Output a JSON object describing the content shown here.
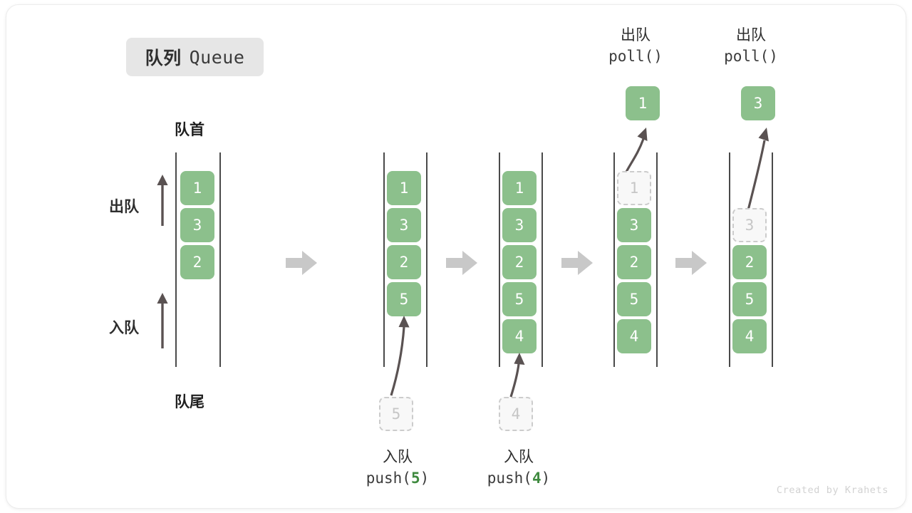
{
  "title": {
    "cn": "队列",
    "en": "Queue"
  },
  "labels": {
    "head": "队首",
    "tail": "队尾",
    "dequeue": "出队",
    "enqueue": "入队"
  },
  "credit": "Created by Krahets",
  "colors": {
    "filled_bg": "#8cc08c",
    "filled_text": "#ffffff",
    "ghost_bg": "#f8f8f8",
    "ghost_border": "#cccccc",
    "ghost_text": "#c6c6c6",
    "rail": "#4a4a4a",
    "step_arrow": "#c8c8c8",
    "badge_bg": "#e6e6e6",
    "accent_num": "#3f8a3f"
  },
  "steps": [
    {
      "name": "initial",
      "cells": [
        {
          "value": "1",
          "state": "filled"
        },
        {
          "value": "3",
          "state": "filled"
        },
        {
          "value": "2",
          "state": "filled"
        }
      ]
    },
    {
      "name": "after-push-5",
      "cells": [
        {
          "value": "1",
          "state": "filled"
        },
        {
          "value": "3",
          "state": "filled"
        },
        {
          "value": "2",
          "state": "filled"
        },
        {
          "value": "5",
          "state": "filled"
        }
      ],
      "incoming": {
        "value": "5",
        "state": "ghost"
      },
      "caption": {
        "cn": "入队",
        "fn": "push(",
        "arg": "5",
        "fn_close": ")"
      }
    },
    {
      "name": "after-push-4",
      "cells": [
        {
          "value": "1",
          "state": "filled"
        },
        {
          "value": "3",
          "state": "filled"
        },
        {
          "value": "2",
          "state": "filled"
        },
        {
          "value": "5",
          "state": "filled"
        },
        {
          "value": "4",
          "state": "filled"
        }
      ],
      "incoming": {
        "value": "4",
        "state": "ghost"
      },
      "caption": {
        "cn": "入队",
        "fn": "push(",
        "arg": "4",
        "fn_close": ")"
      }
    },
    {
      "name": "after-poll-1",
      "cells": [
        {
          "value": "1",
          "state": "ghost"
        },
        {
          "value": "3",
          "state": "filled"
        },
        {
          "value": "2",
          "state": "filled"
        },
        {
          "value": "5",
          "state": "filled"
        },
        {
          "value": "4",
          "state": "filled"
        }
      ],
      "outgoing": {
        "value": "1",
        "state": "filled"
      },
      "caption": {
        "cn": "出队",
        "fn": "poll()"
      }
    },
    {
      "name": "after-poll-3",
      "cells": [
        {
          "value": "",
          "state": "empty"
        },
        {
          "value": "3",
          "state": "ghost"
        },
        {
          "value": "2",
          "state": "filled"
        },
        {
          "value": "5",
          "state": "filled"
        },
        {
          "value": "4",
          "state": "filled"
        }
      ],
      "outgoing": {
        "value": "3",
        "state": "filled"
      },
      "caption": {
        "cn": "出队",
        "fn": "poll()"
      }
    }
  ]
}
